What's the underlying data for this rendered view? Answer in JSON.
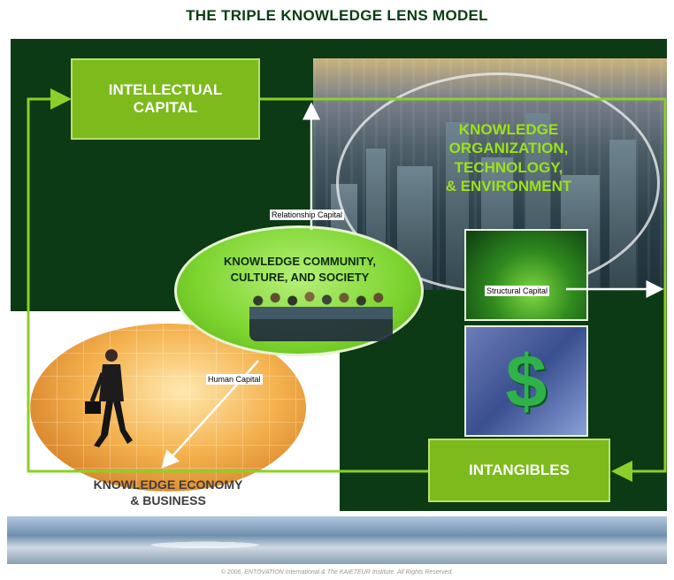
{
  "title": "THE TRIPLE KNOWLEDGE LENS MODEL",
  "boxes": {
    "intellectual_capital": "INTELLECTUAL CAPITAL",
    "intangibles": "INTANGIBLES"
  },
  "lenses": {
    "organization": [
      "KNOWLEDGE",
      "ORGANIZATION,",
      "TECHNOLOGY,",
      "& ENVIRONMENT"
    ],
    "community": [
      "KNOWLEDGE COMMUNITY,",
      "CULTURE, AND SOCIETY"
    ],
    "economy": [
      "KNOWLEDGE ECONOMY",
      "& BUSINESS"
    ]
  },
  "labels": {
    "relationship_capital": "Relationship Capital",
    "structural_capital": "Structural Capital",
    "human_capital": "Human Capital"
  },
  "dollar_symbol": "$",
  "footer": "© 2006, ENTOVATION International & The KAIETEUR Institute. All Rights Reserved.",
  "colors": {
    "panel": "#0b3a14",
    "box": "#7dba1c",
    "arrow": "#8ccf2a",
    "org_text": "#9be21a"
  }
}
